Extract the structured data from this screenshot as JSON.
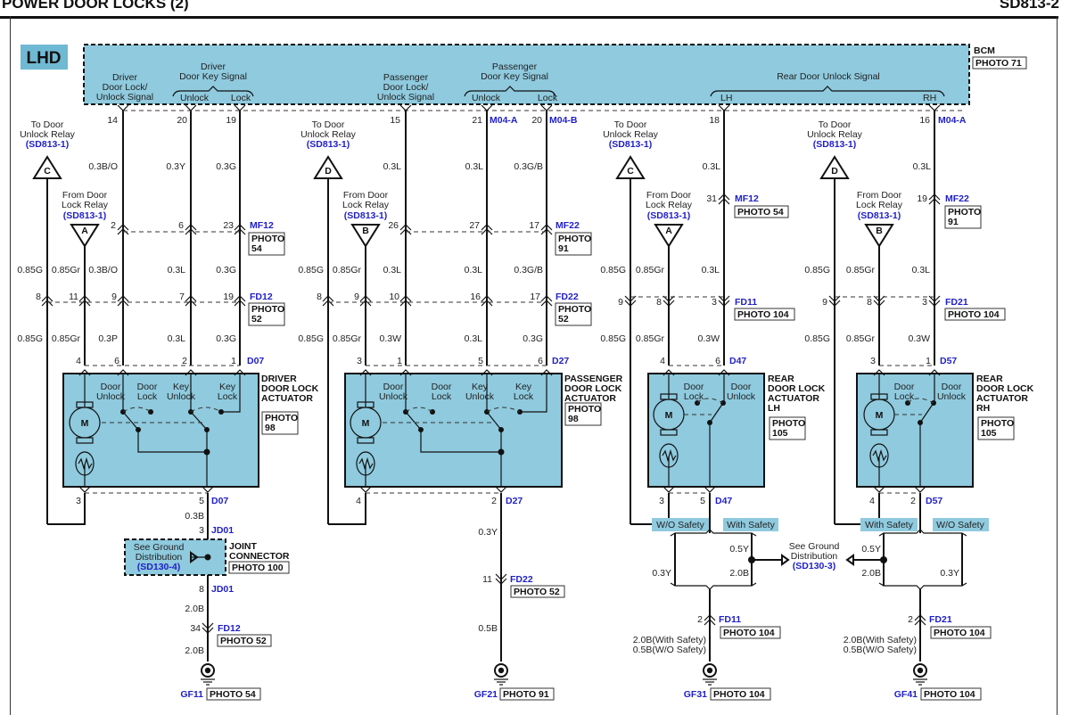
{
  "header": {
    "title": "POWER DOOR LOCKS (2)",
    "code": "SD813-2"
  },
  "badge": {
    "label": "LHD"
  },
  "bcm": {
    "name": "BCM",
    "photo": "PHOTO 71",
    "groups": {
      "driver_lock_signal": [
        "Driver",
        "Door Lock/",
        "Unlock Signal"
      ],
      "driver_key_signal": [
        "Driver",
        "Door Key Signal"
      ],
      "passenger_lock_signal": [
        "Passenger",
        "Door Lock/",
        "Unlock Signal"
      ],
      "passenger_key_signal": [
        "Passenger",
        "Door Key Signal"
      ],
      "rear_unlock_signal": "Rear Door Unlock Signal"
    },
    "sublabels": {
      "unlock": "Unlock",
      "lock": "Lock",
      "lh": "LH",
      "rh": "RH"
    }
  },
  "refs": {
    "to_unlock_relay": [
      "To Door",
      "Unlock Relay"
    ],
    "from_lock_relay": [
      "From Door",
      "Lock Relay"
    ],
    "sheet": "(SD813-1)"
  },
  "driver": {
    "bcm_pins": [
      "14",
      "20",
      "19"
    ],
    "wires_top": [
      "0.3B/O",
      "0.3Y",
      "0.3G"
    ],
    "mf12_pins": [
      "2",
      "6",
      "23"
    ],
    "mf12": {
      "name": "MF12",
      "photo": [
        "PHOTO",
        "54"
      ]
    },
    "wires_mid": [
      "0.85G",
      "0.85Gr",
      "0.3B/O",
      "0.3L",
      "0.3G"
    ],
    "fd12_pins": [
      "8",
      "11",
      "9",
      "7",
      "19"
    ],
    "fd12": {
      "name": "FD12",
      "photo": [
        "PHOTO",
        "52"
      ]
    },
    "wires_low": [
      "0.85G",
      "0.85Gr",
      "0.3P",
      "0.3L",
      "0.3G"
    ],
    "d07_top_pins": [
      "4",
      "6",
      "2",
      "1"
    ],
    "d07": "D07",
    "actuator": {
      "name": [
        "DRIVER",
        "DOOR LOCK",
        "ACTUATOR"
      ],
      "photo": [
        "PHOTO",
        "98"
      ]
    },
    "switch_labels": [
      [
        "Door",
        "Unlock"
      ],
      [
        "Door",
        "Lock"
      ],
      [
        "Key",
        "Unlock"
      ],
      [
        "Key",
        "Lock"
      ]
    ],
    "d07_bottom_pins": [
      "3",
      "5"
    ],
    "ground_wire_1": "0.3B",
    "jd01_in": "3",
    "jd01": "JD01",
    "joint": {
      "name": [
        "JOINT",
        "CONNECTOR"
      ],
      "photo": "PHOTO 100",
      "see": [
        "See Ground",
        "Distribution"
      ],
      "sheet": "(SD130-4)"
    },
    "jd01_out": "8",
    "ground_wire_2": "2.0B",
    "fd12_ground_pin": "34",
    "fd12_ground_photo": "PHOTO 52",
    "ground_wire_3": "2.0B",
    "ground": "GF11",
    "ground_photo": "PHOTO 54",
    "ref_c": "C",
    "ref_a": "A"
  },
  "passenger": {
    "bcm_pins": [
      "15",
      "21",
      "20"
    ],
    "bcm_conns": [
      "M04-A",
      "M04-B"
    ],
    "wires_top": [
      "0.3L",
      "0.3L",
      "0.3G/B"
    ],
    "mf22_pins": [
      "26",
      "27",
      "17"
    ],
    "mf22": {
      "name": "MF22",
      "photo": [
        "PHOTO",
        "91"
      ]
    },
    "wires_mid": [
      "0.85G",
      "0.85Gr",
      "0.3L",
      "0.3L",
      "0.3G/B"
    ],
    "fd22_pins": [
      "8",
      "9",
      "10",
      "16",
      "17"
    ],
    "fd22": {
      "name": "FD22",
      "photo": [
        "PHOTO",
        "52"
      ]
    },
    "wires_low": [
      "0.85G",
      "0.85Gr",
      "0.3W",
      "0.3L",
      "0.3G"
    ],
    "d27_top_pins": [
      "3",
      "1",
      "5",
      "6"
    ],
    "d27": "D27",
    "actuator": {
      "name": [
        "PASSENGER",
        "DOOR LOCK",
        "ACTUATOR"
      ],
      "photo": [
        "PHOTO",
        "98"
      ]
    },
    "switch_labels": [
      [
        "Door",
        "Unlock"
      ],
      [
        "Door",
        "Lock"
      ],
      [
        "Key",
        "Unlock"
      ],
      [
        "Key",
        "Lock"
      ]
    ],
    "d27_bottom_pins": [
      "4",
      "2"
    ],
    "ground_wire_1": "0.3Y",
    "fd22_ground_pin": "11",
    "fd22_ground_photo": "PHOTO 52",
    "ground_wire_2": "0.5B",
    "ground": "GF21",
    "ground_photo": "PHOTO 91",
    "ref_d": "D",
    "ref_b": "B"
  },
  "rear_lh": {
    "bcm_pin": "18",
    "wire_top": "0.3L",
    "mf12_pin": "31",
    "mf12": {
      "name": "MF12",
      "photo": "PHOTO 54"
    },
    "wires_mid": [
      "0.85G",
      "0.85Gr",
      "0.3L"
    ],
    "fd11_pins": [
      "9",
      "8",
      "3"
    ],
    "fd11": {
      "name": "FD11",
      "photo": "PHOTO 104"
    },
    "wires_low": [
      "0.85G",
      "0.85Gr",
      "0.3W"
    ],
    "d47_top_pins": [
      "4",
      "6"
    ],
    "d47": "D47",
    "actuator": {
      "name": [
        "REAR",
        "DOOR LOCK",
        "ACTUATOR",
        "LH"
      ],
      "photo": [
        "PHOTO",
        "105"
      ]
    },
    "switch_labels": [
      [
        "Door",
        "Lock"
      ],
      [
        "Door",
        "Unlock"
      ]
    ],
    "d47_bottom_pins": [
      "3",
      "5"
    ],
    "options": [
      "W/O Safety",
      "With Safety"
    ],
    "opt_wires": [
      "0.3Y",
      "0.5Y",
      "2.0B"
    ],
    "fd11_ground_pin": "2",
    "fd11_ground_photo": "PHOTO 104",
    "ground_wire": [
      "2.0B(With Safety)",
      "0.5B(W/O Safety)"
    ],
    "ground": "GF31",
    "ground_photo": "PHOTO 104",
    "ref_c": "C",
    "ref_a": "A"
  },
  "ground_dist_mid": {
    "see": [
      "See Ground",
      "Distribution"
    ],
    "sheet": "(SD130-3)"
  },
  "rear_rh": {
    "bcm_pin": "16",
    "bcm_conn": "M04-A",
    "wire_top": "0.3L",
    "mf22_pin": "19",
    "mf22": {
      "name": "MF22",
      "photo": [
        "PHOTO",
        "91"
      ]
    },
    "wires_mid": [
      "0.85G",
      "0.85Gr",
      "0.3L"
    ],
    "fd21_pins": [
      "9",
      "8",
      "3"
    ],
    "fd21": {
      "name": "FD21",
      "photo": "PHOTO 104"
    },
    "wires_low": [
      "0.85G",
      "0.85Gr",
      "0.3W"
    ],
    "d57_top_pins": [
      "3",
      "1"
    ],
    "d57": "D57",
    "actuator": {
      "name": [
        "REAR",
        "DOOR LOCK",
        "ACTUATOR",
        "RH"
      ],
      "photo": [
        "PHOTO",
        "105"
      ]
    },
    "switch_labels": [
      [
        "Door",
        "Lock"
      ],
      [
        "Door",
        "Unlock"
      ]
    ],
    "d57_bottom_pins": [
      "4",
      "2"
    ],
    "options": [
      "With Safety",
      "W/O Safety"
    ],
    "opt_wires": [
      "0.5Y",
      "2.0B",
      "0.3Y"
    ],
    "fd21_ground_pin": "2",
    "fd21_ground_photo": "PHOTO 104",
    "ground_wire": [
      "2.0B(With Safety)",
      "0.5B(W/O Safety)"
    ],
    "ground": "GF41",
    "ground_photo": "PHOTO 104",
    "ref_d": "D",
    "ref_b": "B"
  },
  "motor_label": "M",
  "colors": {
    "module_fill": "#8fcade",
    "connector_blue": "#1f1fc8",
    "wire": "#111111"
  }
}
